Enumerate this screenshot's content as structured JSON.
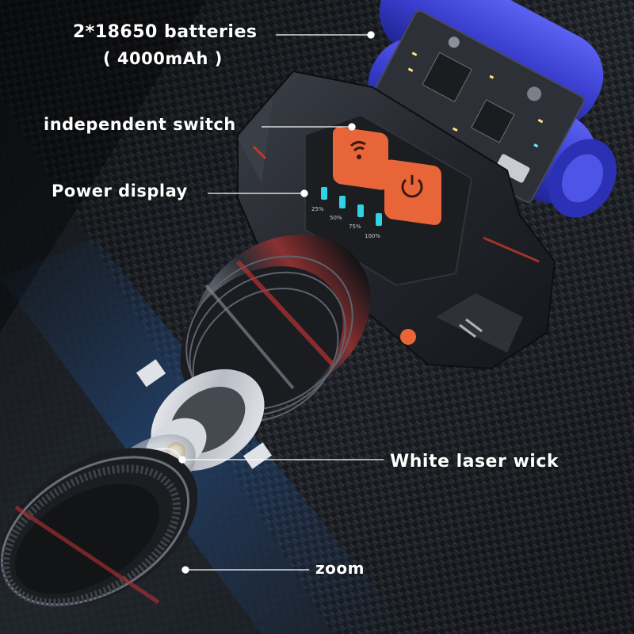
{
  "callouts": {
    "batteries": "2*18650 batteries",
    "capacity": "( 4000mAh )",
    "switch": "independent switch",
    "power_display": "Power display",
    "laser_wick": "White laser wick",
    "zoom": "zoom"
  },
  "power_levels": [
    "25%",
    "50%",
    "75%",
    "100%"
  ],
  "colors": {
    "battery": "#3a3fd0",
    "button": "#e8653a",
    "indicator": "#2fd3e6",
    "accent_red": "#c0392b",
    "callout_line": "#ffffff"
  },
  "icons": [
    "vibration-icon",
    "power-icon"
  ]
}
